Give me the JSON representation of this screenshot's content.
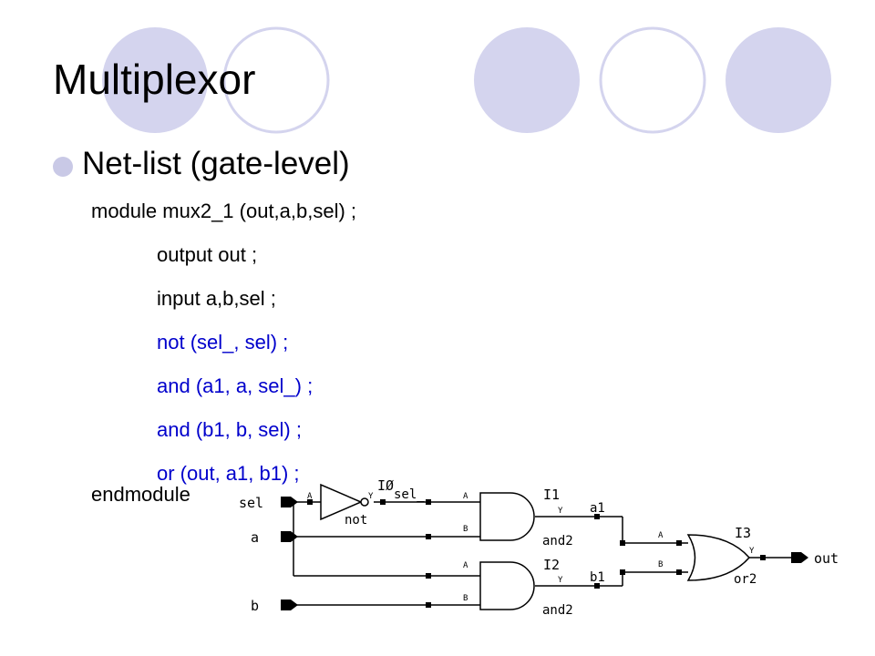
{
  "slide": {
    "title": "Multiplexor",
    "bullet": "Net-list (gate-level)",
    "code_lines": [
      "module mux2_1 (out,a,b,sel) ;",
      "output out ;",
      "input a,b,sel ;",
      "not (sel_, sel) ;",
      "and (a1, a, sel_) ;",
      "and (b1, b, sel) ;",
      "or (out, a1, b1) ;",
      "endmodule"
    ],
    "highlight_color": "#0000cc",
    "decor_fill_color": "#d4d4ee",
    "decor_ring_color": "#d4d4ee"
  },
  "schematic": {
    "ports": {
      "sel": "sel",
      "a": "a",
      "b": "b",
      "out": "out"
    },
    "gates": {
      "inverter": {
        "instance": "IØ",
        "type": "not",
        "pin_in": "A",
        "pin_out": "Y"
      },
      "and_top": {
        "instance": "I1",
        "type": "and2",
        "pin_a": "A",
        "pin_b": "B",
        "pin_out": "Y"
      },
      "and_bottom": {
        "instance": "I2",
        "type": "and2",
        "pin_a": "A",
        "pin_b": "B",
        "pin_out": "Y"
      },
      "or_gate": {
        "instance": "I3",
        "type": "or2",
        "pin_a": "A",
        "pin_b": "B",
        "pin_out": "Y"
      }
    },
    "nets": {
      "sel_": "sel_",
      "a1": "a1",
      "b1": "b1"
    }
  }
}
